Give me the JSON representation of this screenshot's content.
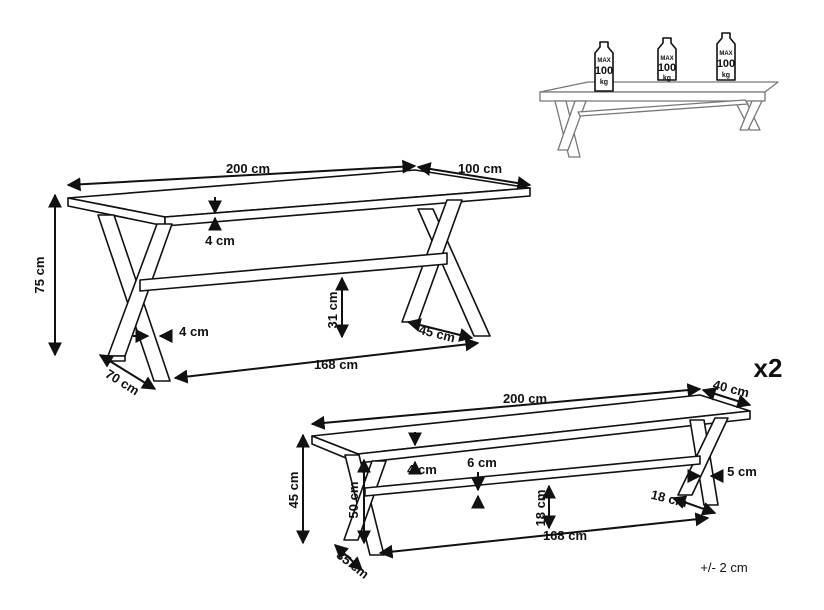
{
  "table": {
    "length": "200 cm",
    "width": "100 cm",
    "height": "75 cm",
    "top_thickness": "4 cm",
    "leg_thickness": "4 cm",
    "stretcher_height": "31 cm",
    "leg_span": "168 cm",
    "foot_depth": "45 cm",
    "end_depth": "70 cm"
  },
  "bench": {
    "quantity": "x2",
    "length": "200 cm",
    "width": "40 cm",
    "height": "45 cm",
    "leg_height": "50 cm",
    "top_thickness": "4 cm",
    "stretcher_width": "6 cm",
    "leg_thickness": "5 cm",
    "stretcher_height": "18 cm",
    "foot_depth": "18 cm",
    "leg_span": "168 cm",
    "end_depth": "35 cm"
  },
  "load_icon": {
    "max_label": "MAX",
    "weight_1": "100",
    "weight_2": "100",
    "weight_3": "100",
    "unit": "kg"
  },
  "tolerance": "+/- 2 cm"
}
